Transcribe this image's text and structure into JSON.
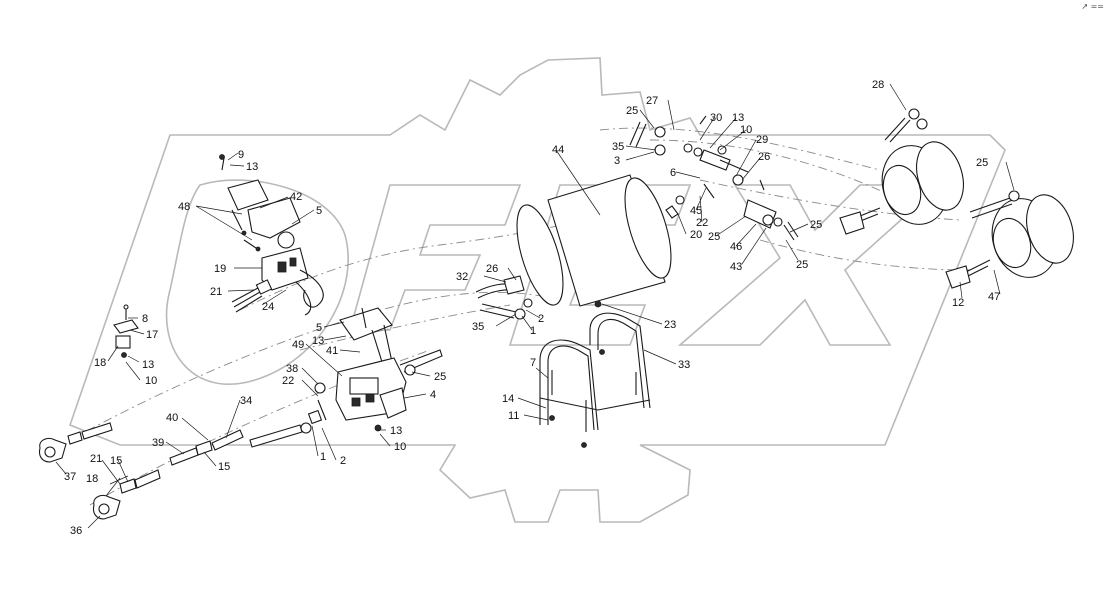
{
  "corner_mark": "↗ ==",
  "callouts": [
    {
      "id": "c9",
      "text": "9"
    },
    {
      "id": "c13a",
      "text": "13"
    },
    {
      "id": "c42",
      "text": "42"
    },
    {
      "id": "c48",
      "text": "48"
    },
    {
      "id": "c5a",
      "text": "5"
    },
    {
      "id": "c19",
      "text": "19"
    },
    {
      "id": "c21a",
      "text": "21"
    },
    {
      "id": "c24",
      "text": "24"
    },
    {
      "id": "c8",
      "text": "8"
    },
    {
      "id": "c17",
      "text": "17"
    },
    {
      "id": "c18a",
      "text": "18"
    },
    {
      "id": "c13b",
      "text": "13"
    },
    {
      "id": "c10a",
      "text": "10"
    },
    {
      "id": "c5b",
      "text": "5"
    },
    {
      "id": "c13c",
      "text": "13"
    },
    {
      "id": "c41",
      "text": "41"
    },
    {
      "id": "c38",
      "text": "38"
    },
    {
      "id": "c49",
      "text": "49"
    },
    {
      "id": "c22a",
      "text": "22"
    },
    {
      "id": "c25a",
      "text": "25"
    },
    {
      "id": "c4",
      "text": "4"
    },
    {
      "id": "c40",
      "text": "40"
    },
    {
      "id": "c34",
      "text": "34"
    },
    {
      "id": "c39",
      "text": "39"
    },
    {
      "id": "c13d",
      "text": "13"
    },
    {
      "id": "c10b",
      "text": "10"
    },
    {
      "id": "c1a",
      "text": "1"
    },
    {
      "id": "c2a",
      "text": "2"
    },
    {
      "id": "c15a",
      "text": "15"
    },
    {
      "id": "c21b",
      "text": "21"
    },
    {
      "id": "c15b",
      "text": "15"
    },
    {
      "id": "c18b",
      "text": "18"
    },
    {
      "id": "c37",
      "text": "37"
    },
    {
      "id": "c36",
      "text": "36"
    },
    {
      "id": "c44",
      "text": "44"
    },
    {
      "id": "c32",
      "text": "32"
    },
    {
      "id": "c26a",
      "text": "26"
    },
    {
      "id": "c2b",
      "text": "2"
    },
    {
      "id": "c35a",
      "text": "35"
    },
    {
      "id": "c1b",
      "text": "1"
    },
    {
      "id": "c23",
      "text": "23"
    },
    {
      "id": "c7",
      "text": "7"
    },
    {
      "id": "c33",
      "text": "33"
    },
    {
      "id": "c14",
      "text": "14"
    },
    {
      "id": "c11",
      "text": "11"
    },
    {
      "id": "c25b",
      "text": "25"
    },
    {
      "id": "c27",
      "text": "27"
    },
    {
      "id": "c35b",
      "text": "35"
    },
    {
      "id": "c3",
      "text": "3"
    },
    {
      "id": "c30",
      "text": "30"
    },
    {
      "id": "c13e",
      "text": "13"
    },
    {
      "id": "c10c",
      "text": "10"
    },
    {
      "id": "c29",
      "text": "29"
    },
    {
      "id": "c26b",
      "text": "26"
    },
    {
      "id": "c6",
      "text": "6"
    },
    {
      "id": "c45",
      "text": "45"
    },
    {
      "id": "c22b",
      "text": "22"
    },
    {
      "id": "c20",
      "text": "20"
    },
    {
      "id": "c25c",
      "text": "25"
    },
    {
      "id": "c46",
      "text": "46"
    },
    {
      "id": "c43",
      "text": "43"
    },
    {
      "id": "c25d",
      "text": "25"
    },
    {
      "id": "c25e",
      "text": "25"
    },
    {
      "id": "c28",
      "text": "28"
    },
    {
      "id": "c25f",
      "text": "25"
    },
    {
      "id": "c12",
      "text": "12"
    },
    {
      "id": "c47",
      "text": "47"
    }
  ]
}
